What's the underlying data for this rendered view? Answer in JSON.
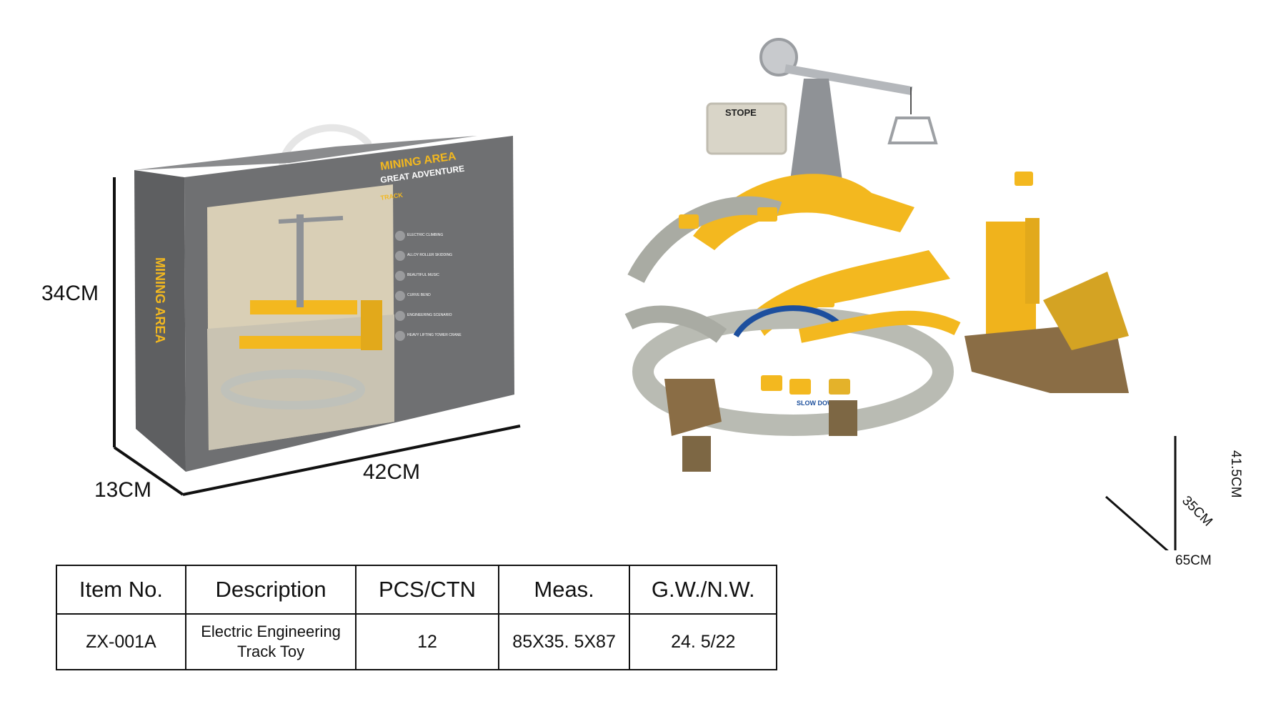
{
  "box_dimensions": {
    "height": "34CM",
    "depth": "13CM",
    "width": "42CM"
  },
  "toy_dimensions": {
    "height": "41.5CM",
    "depth": "35CM",
    "width": "65CM"
  },
  "package_print": {
    "logo_line1": "MINING AREA",
    "logo_line2": "GREAT ADVENTURE",
    "tag": "TRACK",
    "features": [
      "ELECTRIC CLIMBING",
      "ALLOY ROLLER SKIDDING",
      "BEAUTIFUL MUSIC",
      "CURVE BEND",
      "ENGINEERING SCENARIO",
      "HEAVY LIFTING TOWER CRANE"
    ]
  },
  "toy_print": {
    "sign": "STOPE",
    "slow_down": "SLOW DOWN"
  },
  "colors": {
    "box_gray": "#6f7072",
    "toy_yellow": "#f3b81f",
    "track_gray": "#a9aba3",
    "rock_brown": "#8a6d45"
  },
  "table": {
    "headers": [
      "Item No.",
      "Description",
      "PCS/CTN",
      "Meas.",
      "G.W./N.W."
    ],
    "row": {
      "item_no": "ZX-001A",
      "description_line1": "Electric Engineering",
      "description_line2": "Track Toy",
      "pcs_ctn": "12",
      "meas": "85X35. 5X87",
      "gw_nw": "24. 5/22"
    }
  }
}
